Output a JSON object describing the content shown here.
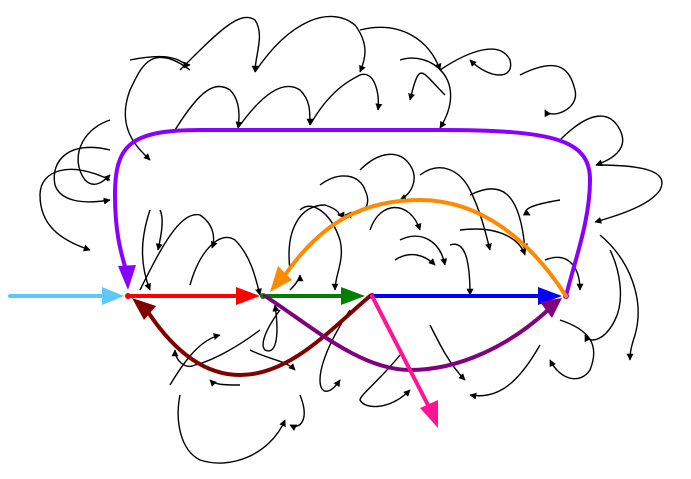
{
  "diagram": {
    "background": "#ffffff",
    "thin_edge_color": "#000000",
    "colors": {
      "entry": "#5ec8fa",
      "red": "#ff0000",
      "green": "#007f00",
      "blue": "#0000ff",
      "violet": "#8a00ff",
      "orange": "#ff8a00",
      "darkred": "#800000",
      "purple": "#800080",
      "pink": "#ff1493"
    },
    "node_names": [
      "n1",
      "n2",
      "n3",
      "n4"
    ],
    "highlighted_edges": [
      {
        "id": "entry-arrow",
        "color_key": "entry"
      },
      {
        "id": "red-arrow",
        "color_key": "red"
      },
      {
        "id": "green-arrow",
        "color_key": "green"
      },
      {
        "id": "blue-arrow",
        "color_key": "blue"
      },
      {
        "id": "violet-arc-arrow",
        "color_key": "violet"
      },
      {
        "id": "orange-arc-arrow",
        "color_key": "orange"
      },
      {
        "id": "darkred-curve-arrow",
        "color_key": "darkred"
      },
      {
        "id": "purple-curve-arrow",
        "color_key": "purple"
      },
      {
        "id": "pink-exit-arrow",
        "color_key": "pink"
      }
    ]
  }
}
